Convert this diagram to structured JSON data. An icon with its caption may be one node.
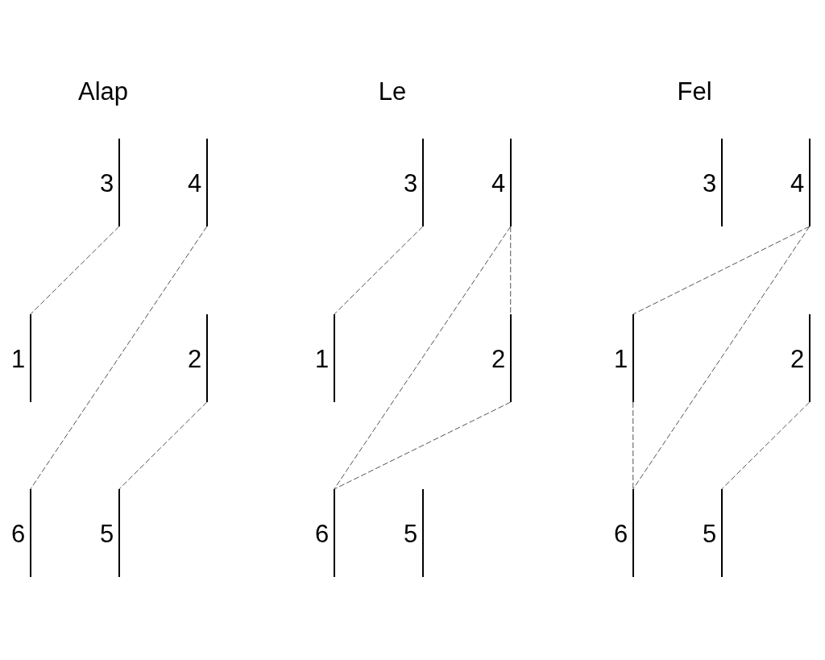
{
  "diagram": {
    "nodes": [
      {
        "text": [
          "3"
        ]
      },
      {
        "text": [
          "4"
        ]
      },
      {
        "text": [
          "1"
        ]
      },
      {
        "text": [
          "2"
        ]
      },
      {
        "text": [
          "6"
        ]
      },
      {
        "text": [
          "5"
        ]
      },
      {
        "text": [
          "3"
        ]
      },
      {
        "text": [
          "4"
        ]
      },
      {
        "text": [
          "1"
        ]
      },
      {
        "text": [
          "2"
        ]
      },
      {
        "text": [
          "6"
        ]
      },
      {
        "text": [
          "5"
        ]
      },
      {
        "text": [
          "3"
        ]
      },
      {
        "text": [
          "4"
        ]
      },
      {
        "text": [
          "1"
        ]
      },
      {
        "text": [
          "2"
        ]
      },
      {
        "text": [
          "6"
        ]
      },
      {
        "text": [
          "5"
        ]
      }
    ],
    "edges": [
      {
        "from": 0,
        "to": 2,
        "arrow": "none",
        "style": "dashed"
      },
      {
        "from": 1,
        "to": 4,
        "arrow": "none",
        "style": "dashed"
      },
      {
        "from": 3,
        "to": 5,
        "arrow": "none",
        "style": "dashed"
      },
      {
        "from": 6,
        "to": 8,
        "arrow": "none",
        "style": "dashed"
      },
      {
        "from": 7,
        "to": 10,
        "arrow": "none",
        "style": "dashed"
      },
      {
        "from": 7,
        "to": 9,
        "arrow": "none",
        "style": "dashed"
      },
      {
        "from": 9,
        "to": 10,
        "arrow": "none",
        "style": "dashed"
      },
      {
        "from": 13,
        "to": 14,
        "arrow": "none",
        "style": "dashed"
      },
      {
        "from": 13,
        "to": 16,
        "arrow": "none",
        "style": "dashed"
      },
      {
        "from": 14,
        "to": 16,
        "arrow": "none",
        "style": "dashed"
      },
      {
        "from": 15,
        "to": 17,
        "arrow": "none",
        "style": "dashed"
      }
    ],
    "labels": [
      "Alap",
      "Le",
      "Fel"
    ]
  }
}
